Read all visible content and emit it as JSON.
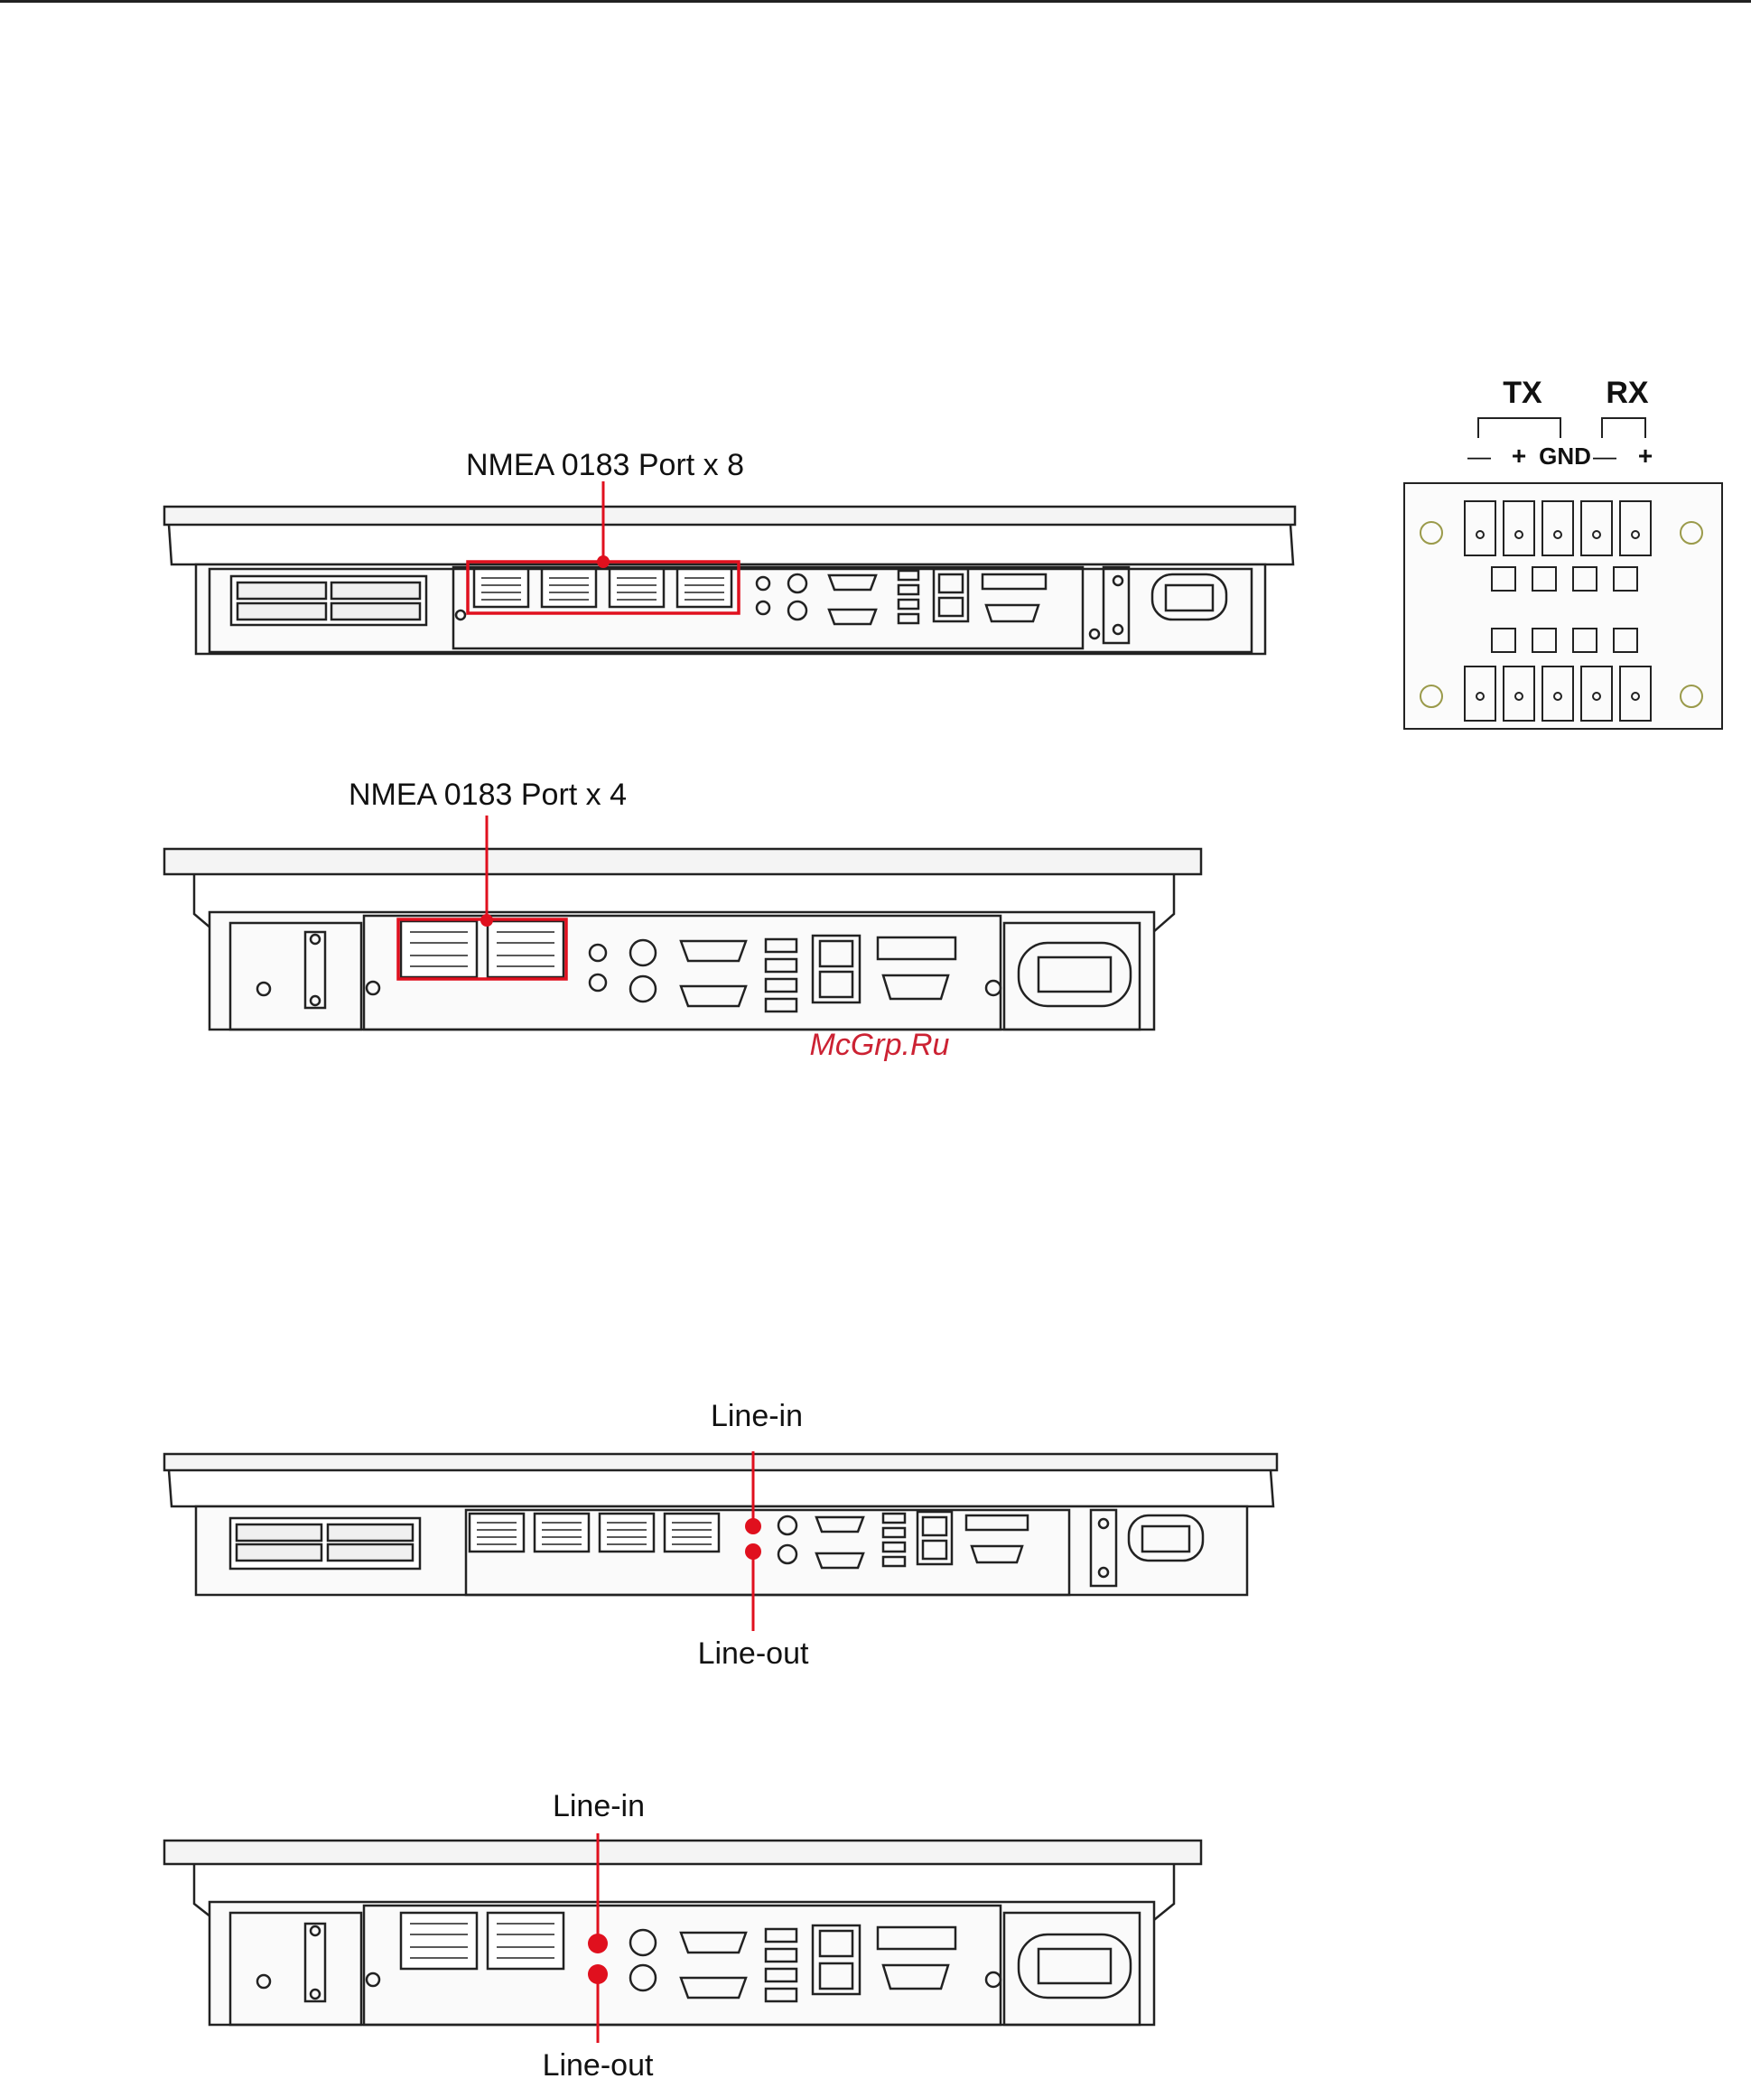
{
  "labels": {
    "nmea_8": "NMEA 0183 Port x 8",
    "nmea_4": "NMEA 0183 Port x 4",
    "line_in_1": "Line-in",
    "line_out_1": "Line-out",
    "line_in_2": "Line-in",
    "line_out_2": "Line-out"
  },
  "terminal_block": {
    "tx": "TX",
    "rx": "RX",
    "minus_1": "—",
    "plus_1": "+",
    "gnd": "GND",
    "minus_2": "—",
    "plus_2": "+"
  },
  "watermark": "McGrp.Ru",
  "colors": {
    "highlight": "#e0101e",
    "line": "#222222",
    "watermark": "#cc2233"
  }
}
